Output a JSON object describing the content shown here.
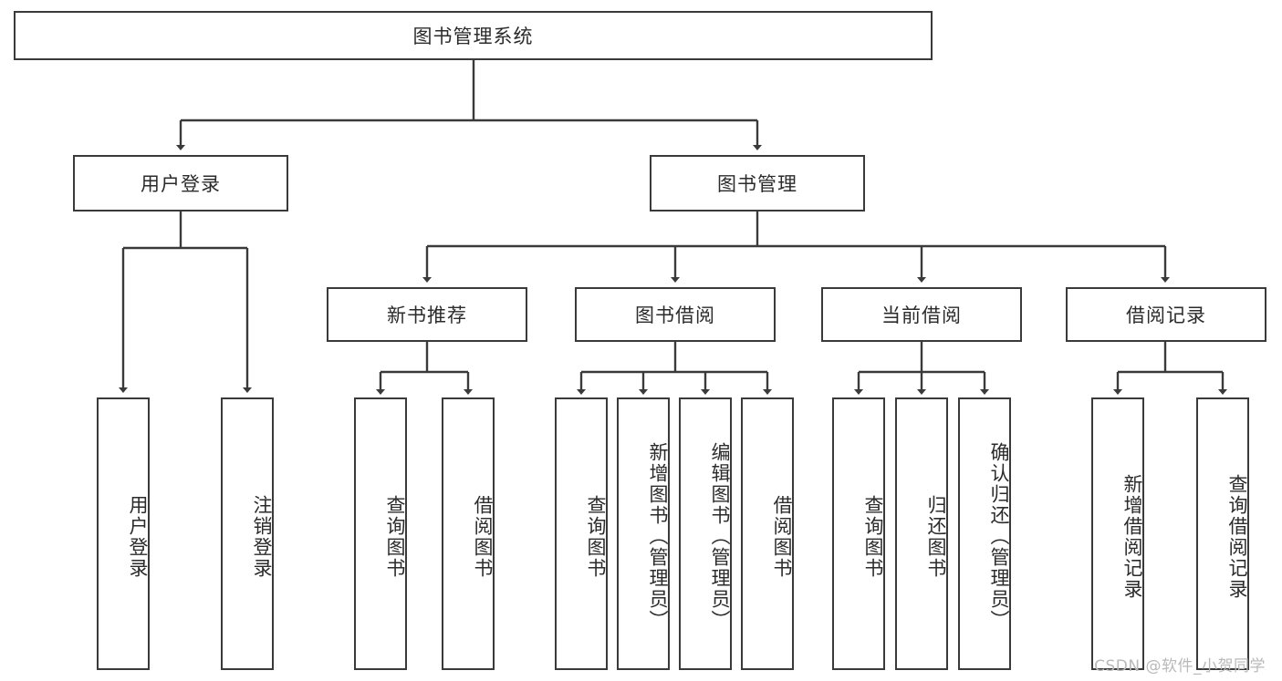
{
  "diagram": {
    "title": "图书管理系统",
    "root": {
      "label": "图书管理系统"
    },
    "level1": [
      {
        "label": "用户登录"
      },
      {
        "label": "图书管理"
      }
    ],
    "level2": [
      {
        "label": "新书推荐"
      },
      {
        "label": "图书借阅"
      },
      {
        "label": "当前借阅"
      },
      {
        "label": "借阅记录"
      }
    ],
    "leaves": {
      "user_login": [
        {
          "label": "用户登录"
        },
        {
          "label": "注销登录"
        }
      ],
      "new_book": [
        {
          "label": "查询图书"
        },
        {
          "label": "借阅图书"
        }
      ],
      "borrow_book": [
        {
          "label": "查询图书"
        },
        {
          "label": "新增图书（管理员）"
        },
        {
          "label": "编辑图书（管理员）"
        },
        {
          "label": "借阅图书"
        }
      ],
      "current_borrow": [
        {
          "label": "查询图书"
        },
        {
          "label": "归还图书"
        },
        {
          "label": "确认归还（管理员）"
        }
      ],
      "borrow_record": [
        {
          "label": "新增借阅记录"
        },
        {
          "label": "查询借阅记录"
        }
      ]
    }
  },
  "watermark": {
    "text": "CSDN @软件_小贺同学"
  },
  "colors": {
    "stroke": "#3a3a3a",
    "text": "#2b2b2b",
    "background": "#ffffff",
    "watermark": "#b9b9b9"
  }
}
